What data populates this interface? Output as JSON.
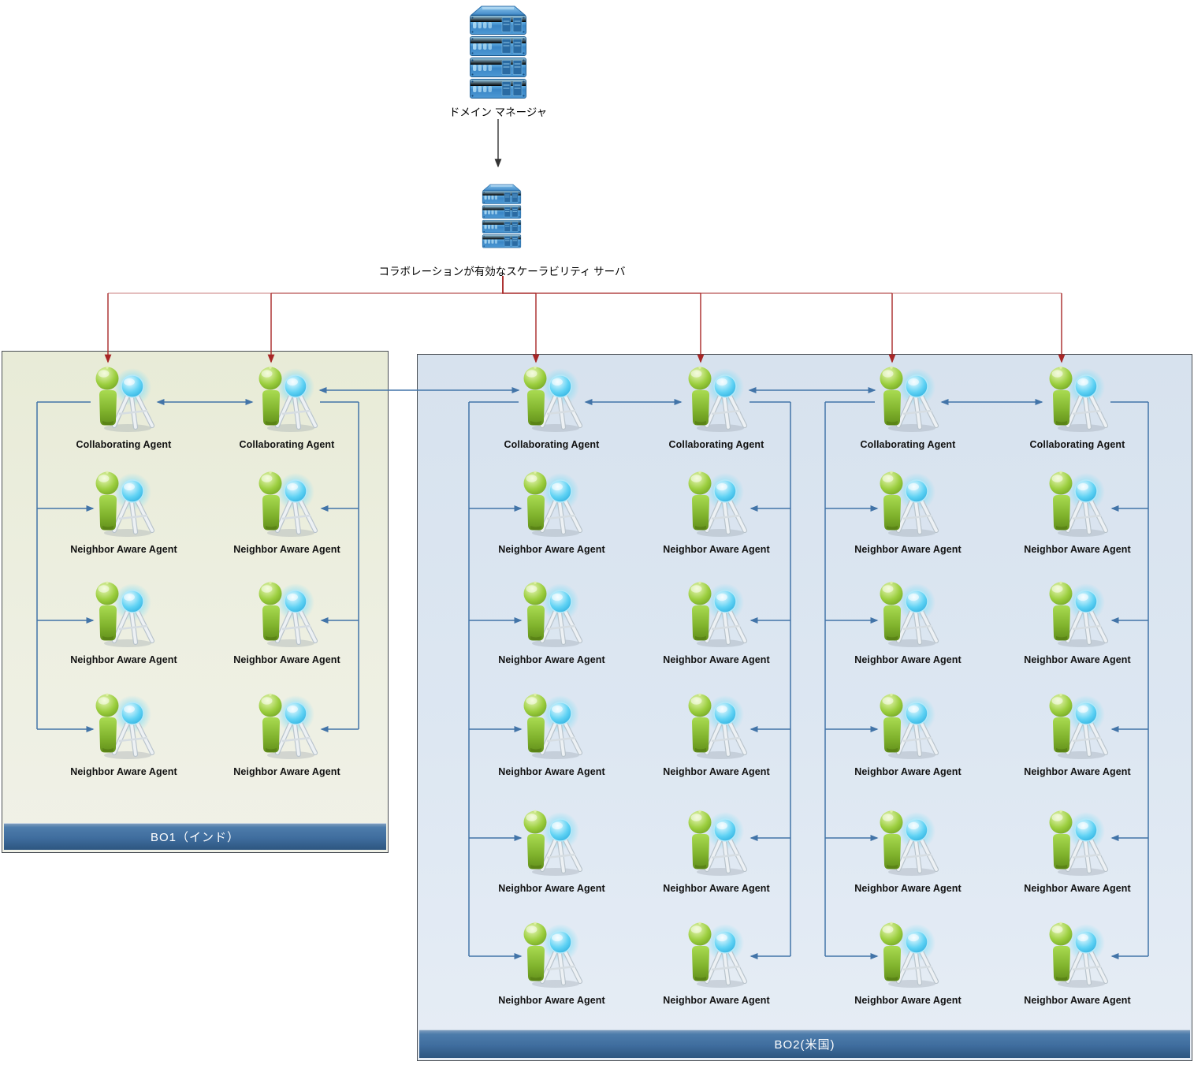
{
  "domain_manager": {
    "label": "ドメイン マネージャ"
  },
  "scalability_server": {
    "label": "コラボレーションが有効なスケーラビリティ サーバ"
  },
  "colors": {
    "connector_blue": "#4274a8",
    "connector_red": "#a82626",
    "connector_black": "#333333",
    "title_bar_blue": "#3f6d9e",
    "bo1_background": "#e9ecd8",
    "bo2_background": "#d8e3ef",
    "agent_green": "#8fc53c",
    "agent_tower_blue": "#35c0ee",
    "server_blue": "#4a9ad6"
  },
  "boxes": [
    {
      "title": "BO1（インド）",
      "agents": [
        {
          "type": "collaborating",
          "label": "Collaborating Agent",
          "col": 0,
          "row": 0
        },
        {
          "type": "collaborating",
          "label": "Collaborating Agent",
          "col": 1,
          "row": 0
        },
        {
          "type": "neighbor",
          "label": "Neighbor Aware Agent",
          "col": 0,
          "row": 1
        },
        {
          "type": "neighbor",
          "label": "Neighbor Aware Agent",
          "col": 1,
          "row": 1
        },
        {
          "type": "neighbor",
          "label": "Neighbor Aware Agent",
          "col": 0,
          "row": 2
        },
        {
          "type": "neighbor",
          "label": "Neighbor Aware Agent",
          "col": 1,
          "row": 2
        },
        {
          "type": "neighbor",
          "label": "Neighbor Aware Agent",
          "col": 0,
          "row": 3
        },
        {
          "type": "neighbor",
          "label": "Neighbor Aware Agent",
          "col": 1,
          "row": 3
        }
      ]
    },
    {
      "title": "BO2(米国)",
      "agents": [
        {
          "type": "collaborating",
          "label": "Collaborating Agent",
          "col": 0,
          "row": 0
        },
        {
          "type": "collaborating",
          "label": "Collaborating Agent",
          "col": 1,
          "row": 0
        },
        {
          "type": "collaborating",
          "label": "Collaborating Agent",
          "col": 2,
          "row": 0
        },
        {
          "type": "collaborating",
          "label": "Collaborating Agent",
          "col": 3,
          "row": 0
        },
        {
          "type": "neighbor",
          "label": "Neighbor Aware Agent",
          "col": 0,
          "row": 1
        },
        {
          "type": "neighbor",
          "label": "Neighbor Aware Agent",
          "col": 1,
          "row": 1
        },
        {
          "type": "neighbor",
          "label": "Neighbor Aware Agent",
          "col": 2,
          "row": 1
        },
        {
          "type": "neighbor",
          "label": "Neighbor Aware Agent",
          "col": 3,
          "row": 1
        },
        {
          "type": "neighbor",
          "label": "Neighbor Aware Agent",
          "col": 0,
          "row": 2
        },
        {
          "type": "neighbor",
          "label": "Neighbor Aware Agent",
          "col": 1,
          "row": 2
        },
        {
          "type": "neighbor",
          "label": "Neighbor Aware Agent",
          "col": 2,
          "row": 2
        },
        {
          "type": "neighbor",
          "label": "Neighbor Aware Agent",
          "col": 3,
          "row": 2
        },
        {
          "type": "neighbor",
          "label": "Neighbor Aware Agent",
          "col": 0,
          "row": 3
        },
        {
          "type": "neighbor",
          "label": "Neighbor Aware Agent",
          "col": 1,
          "row": 3
        },
        {
          "type": "neighbor",
          "label": "Neighbor Aware Agent",
          "col": 2,
          "row": 3
        },
        {
          "type": "neighbor",
          "label": "Neighbor Aware Agent",
          "col": 3,
          "row": 3
        },
        {
          "type": "neighbor",
          "label": "Neighbor Aware Agent",
          "col": 0,
          "row": 4
        },
        {
          "type": "neighbor",
          "label": "Neighbor Aware Agent",
          "col": 1,
          "row": 4
        },
        {
          "type": "neighbor",
          "label": "Neighbor Aware Agent",
          "col": 2,
          "row": 4
        },
        {
          "type": "neighbor",
          "label": "Neighbor Aware Agent",
          "col": 3,
          "row": 4
        },
        {
          "type": "neighbor",
          "label": "Neighbor Aware Agent",
          "col": 0,
          "row": 5
        },
        {
          "type": "neighbor",
          "label": "Neighbor Aware Agent",
          "col": 1,
          "row": 5
        },
        {
          "type": "neighbor",
          "label": "Neighbor Aware Agent",
          "col": 2,
          "row": 5
        },
        {
          "type": "neighbor",
          "label": "Neighbor Aware Agent",
          "col": 3,
          "row": 5
        }
      ]
    }
  ]
}
